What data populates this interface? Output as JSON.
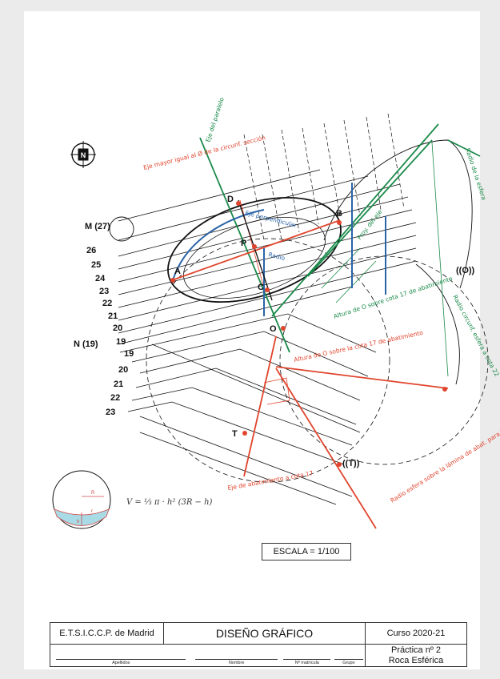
{
  "drawing": {
    "point_labels": {
      "A": "A",
      "B": "B",
      "C": "C",
      "D": "D",
      "P": "P",
      "O": "O",
      "T": "T",
      "OO": "((O))",
      "TT": "((T))",
      "M": "M (27)",
      "N": "N (19)"
    },
    "contours_left": [
      "26",
      "25",
      "24",
      "23",
      "22",
      "21",
      "20",
      "19"
    ],
    "contours_lower": [
      "19",
      "20",
      "21",
      "22",
      "23"
    ],
    "green_notes": [
      "Eje del paralelo",
      "Proy. del eje",
      "Radio de la esfera",
      "Altura de O sobre cota 17 de abatimiento",
      "Radio circunf. esfera a cota 22"
    ],
    "red_notes": [
      "Eje mayor igual al Ø de la circunf. sección",
      "Eje de abatimiento a cota 17",
      "Altura de O sobre la cota 17 de abatimiento",
      "Radio esfera sobre la lámina de abat. para T poner en la esfera tangente"
    ],
    "blue_notes": [
      "Eje perpendicular",
      "Radio"
    ],
    "formula": "V = ⅓ π · h² (3R − h)",
    "sphere_labels": {
      "R": "R",
      "h": "h",
      "r": "r"
    },
    "colors": {
      "green": "#1a8a4a",
      "red": "#e0442c",
      "blue": "#2a64a8",
      "ink": "#111111"
    }
  },
  "scale": "ESCALA = 1/100",
  "title_block": {
    "school": "E.T.S.I.C.C.P. de Madrid",
    "subject": "DISEÑO GRÁFICO",
    "course": "Curso 2020-21",
    "fields": [
      "Apellidos",
      "Nombre",
      "Nº matrícula",
      "Grupo"
    ],
    "practice": "Práctica nº 2",
    "topic": "Roca Esférica"
  }
}
